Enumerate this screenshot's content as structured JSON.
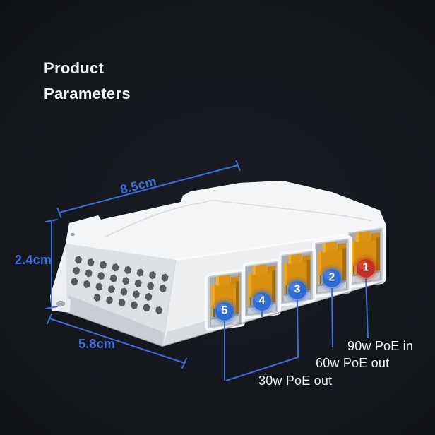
{
  "title": {
    "line1": "Product",
    "line2": "Parameters"
  },
  "colors": {
    "accent_blue": "#3e6ddc",
    "badge_blue": "#2e6bd4",
    "badge_blue_light": "#5c90e8",
    "badge_red": "#c23126",
    "badge_red_light": "#dd5246",
    "port_orange": "#d9900f",
    "device_body": "#eef0f2"
  },
  "dimensions": {
    "width_label": "8.5cm",
    "height_label": "2.4cm",
    "depth_label": "5.8cm"
  },
  "ports": [
    {
      "number": "1",
      "badge": "red"
    },
    {
      "number": "2",
      "badge": "blue"
    },
    {
      "number": "3",
      "badge": "blue"
    },
    {
      "number": "4",
      "badge": "blue"
    },
    {
      "number": "5",
      "badge": "blue"
    }
  ],
  "annotations": {
    "poe_in": "90w PoE in",
    "poe_out_60": "60w PoE out",
    "poe_out_30": "30w PoE out"
  }
}
